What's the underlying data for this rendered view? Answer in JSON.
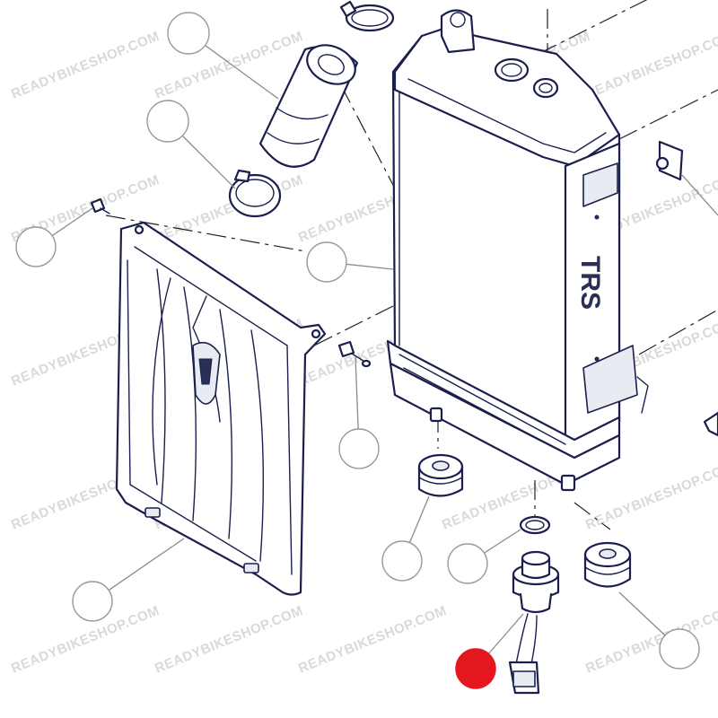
{
  "diagram": {
    "watermark_text": "READYBIKESHOP.COM",
    "brand_label": "TRS",
    "callout_color_default": "#ffffff",
    "callout_color_selected": "#e4161e",
    "line_color": "#1a1f4d"
  },
  "callouts": [
    {
      "id": "callout-upper-hose",
      "part": "upper-hose",
      "selected": false
    },
    {
      "id": "callout-hose-clamp",
      "part": "hose-clamp",
      "selected": false
    },
    {
      "id": "callout-small-screw",
      "part": "small-screw",
      "selected": false
    },
    {
      "id": "callout-radiator",
      "part": "radiator",
      "selected": false
    },
    {
      "id": "callout-side-screw",
      "part": "side-screw",
      "selected": false
    },
    {
      "id": "callout-radiator-guard",
      "part": "radiator-guard",
      "selected": false
    },
    {
      "id": "callout-rubber-grommet-left",
      "part": "rubber-grommet",
      "selected": false
    },
    {
      "id": "callout-sealing-washer",
      "part": "sealing-washer",
      "selected": false
    },
    {
      "id": "callout-rubber-grommet-right",
      "part": "rubber-grommet",
      "selected": false
    },
    {
      "id": "callout-temperature-sensor",
      "part": "temperature-sensor",
      "selected": true
    },
    {
      "id": "callout-bracket-nut",
      "part": "bracket-nut",
      "selected": false
    }
  ]
}
